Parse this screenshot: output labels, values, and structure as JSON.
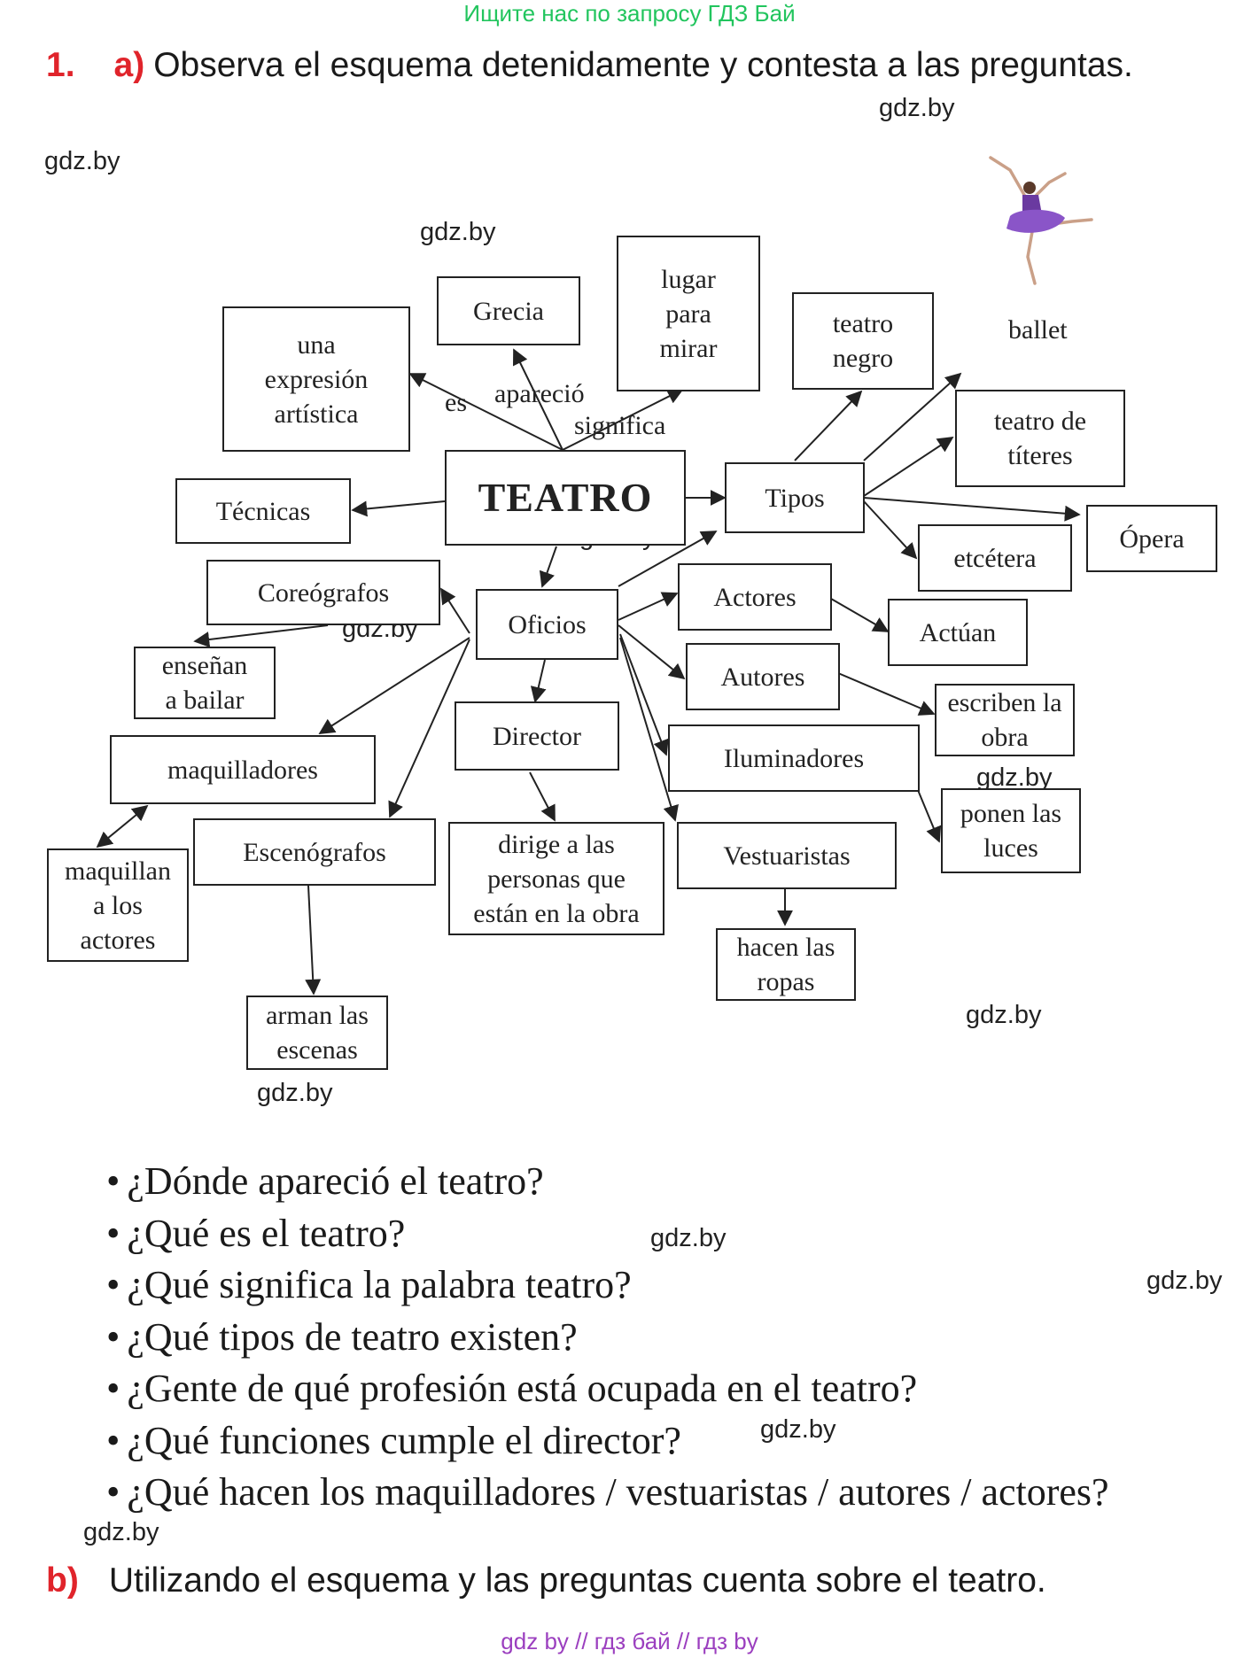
{
  "top_banner": "Ищите нас по запросу ГДЗ Бай",
  "task": {
    "number": "1.",
    "part_a_letter": "a)",
    "part_a_text": "Observa el esquema detenidamente y contesta a las preguntas.",
    "part_b_letter": "b)",
    "part_b_text": "Utilizando el esquema y las preguntas cuenta sobre el teatro."
  },
  "watermark": "gdz.by",
  "diagram": {
    "center": "TEATRO",
    "nodes": {
      "expresion": "una\nexpresión\nartística",
      "grecia": "Grecia",
      "lugar": "lugar\npara\nmirar",
      "tecnicas": "Técnicas",
      "tipos": "Tipos",
      "teatro_negro": "teatro\nnegro",
      "ballet": "ballet",
      "titeres": "teatro de\ntíteres",
      "opera": "Ópera",
      "etcetera": "etcétera",
      "oficios": "Oficios",
      "coreografos": "Coreógrafos",
      "ensenan": "enseñan\na bailar",
      "maquilladores": "maquilladores",
      "maquillan": "maquillan\na los\nactores",
      "escenografos": "Escenógrafos",
      "arman": "arman las\nescenas",
      "director": "Director",
      "dirige": "dirige a las\npersonas que\nestán en la obra",
      "actores": "Actores",
      "actuan": "Actúan",
      "autores": "Autores",
      "escriben": "escriben la\nobra",
      "iluminadores": "Iluminadores",
      "ponen": "ponen las\nluces",
      "vestuaristas": "Vestuaristas",
      "hacen": "hacen las\nropas"
    },
    "edge_labels": {
      "es": "es",
      "aparecio": "apareció",
      "significa": "significa"
    }
  },
  "questions": [
    "¿Dónde apareció el teatro?",
    "¿Qué es el teatro?",
    "¿Qué significa la palabra teatro?",
    "¿Qué tipos de teatro existen?",
    "¿Gente de qué profesión está ocupada en el teatro?",
    "¿Qué funciones cumple el director?",
    "¿Qué hacen los maquilladores / vestuaristas / autores / actores?"
  ],
  "footer": "gdz by  //  гдз бай  //  гдз by"
}
